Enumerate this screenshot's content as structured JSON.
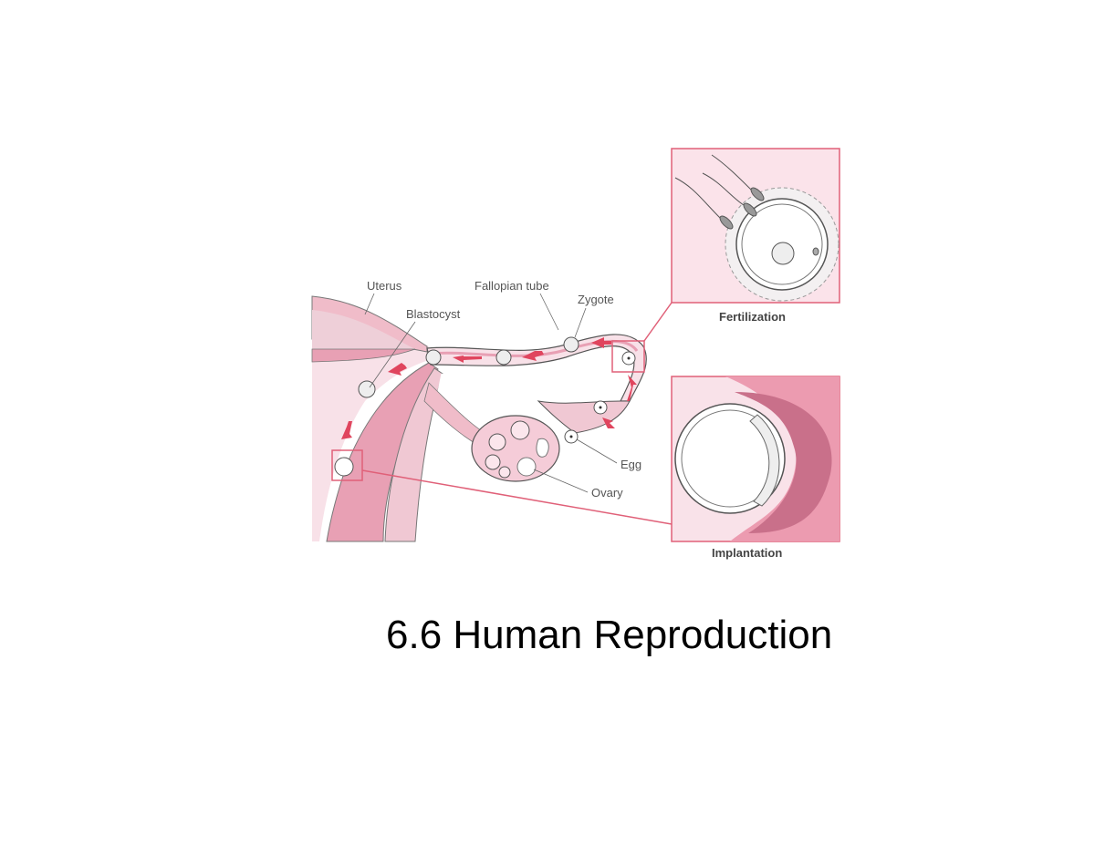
{
  "slide": {
    "title": "6.6 Human Reproduction"
  },
  "diagram": {
    "labels": {
      "uterus": "Uterus",
      "blastocyst": "Blastocyst",
      "fallopian_tube": "Fallopian tube",
      "zygote": "Zygote",
      "egg": "Egg",
      "ovary": "Ovary"
    },
    "insets": {
      "fertilization": "Fertilization",
      "implantation": "Implantation"
    },
    "colors": {
      "tissue_light": "#f8e1e8",
      "tissue_mid": "#f0bcc9",
      "tissue_dark": "#e090a6",
      "accent_red": "#e0455e",
      "frame": "#e06078",
      "outline": "#555555"
    }
  }
}
